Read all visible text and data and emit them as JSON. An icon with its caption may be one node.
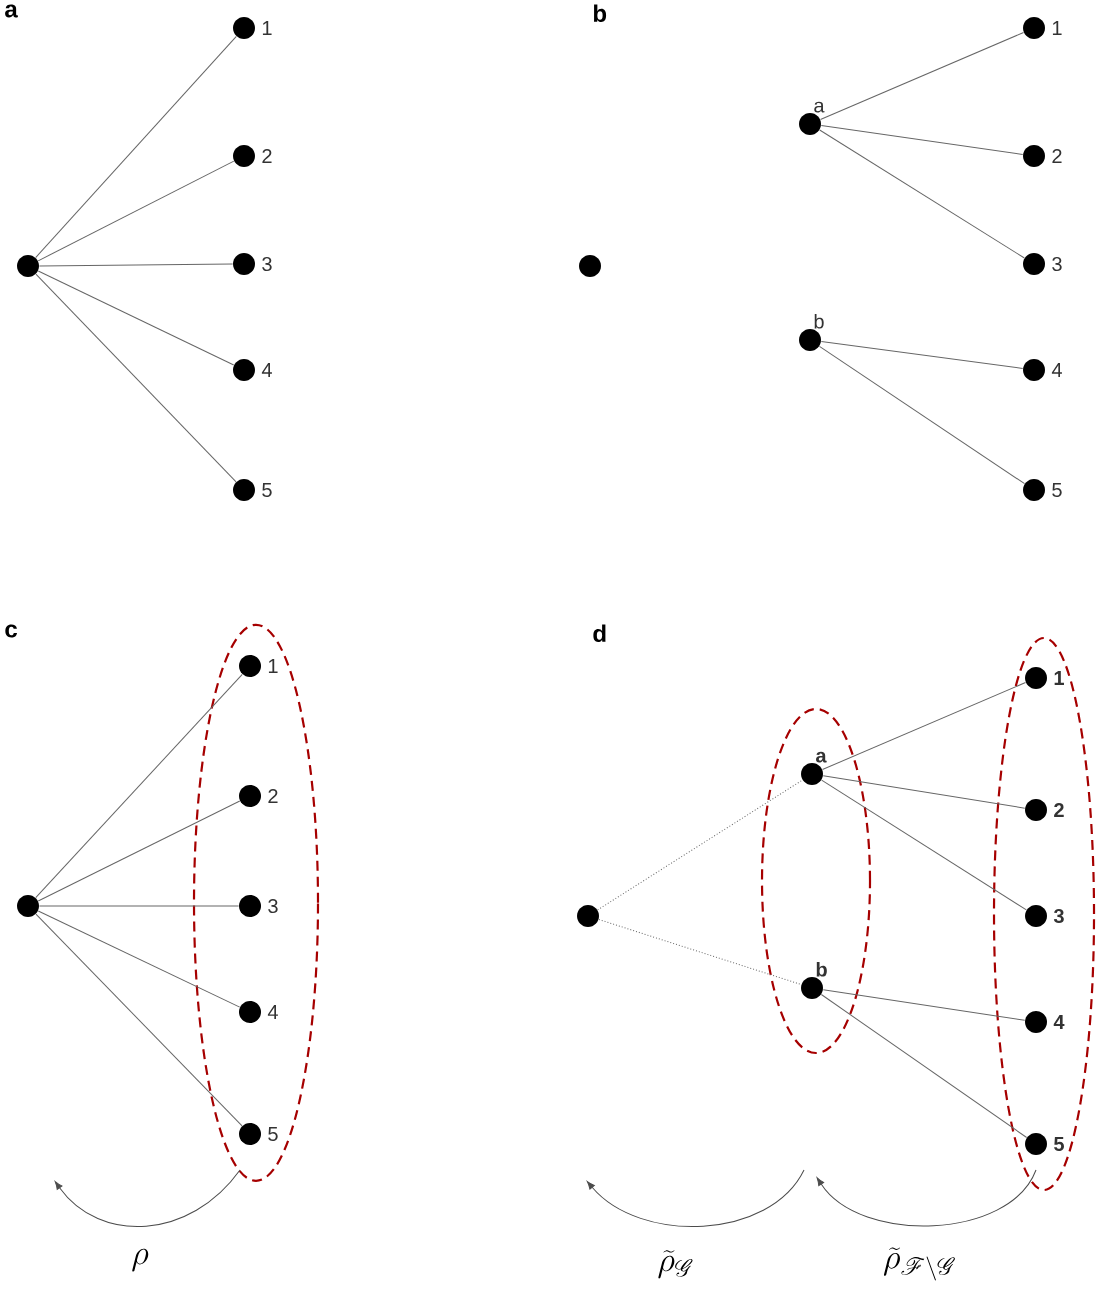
{
  "diagram": {
    "nodes": [
      {
        "text": [],
        "shape": "circle"
      },
      {
        "text": [],
        "shape": "circle",
        "beside": [
          "1"
        ]
      },
      {
        "text": [],
        "shape": "circle",
        "beside": [
          "2"
        ]
      },
      {
        "text": [],
        "shape": "circle",
        "beside": [
          "3"
        ]
      },
      {
        "text": [],
        "shape": "circle",
        "beside": [
          "4"
        ]
      },
      {
        "text": [],
        "shape": "circle",
        "beside": [
          "5"
        ]
      },
      {
        "text": [],
        "shape": "circle"
      },
      {
        "text": [],
        "shape": "circle",
        "beside": [
          "a"
        ]
      },
      {
        "text": [],
        "shape": "circle",
        "beside": [
          "b"
        ]
      },
      {
        "text": [],
        "shape": "circle",
        "beside": [
          "1"
        ]
      },
      {
        "text": [],
        "shape": "circle",
        "beside": [
          "2"
        ]
      },
      {
        "text": [],
        "shape": "circle",
        "beside": [
          "3"
        ]
      },
      {
        "text": [],
        "shape": "circle",
        "beside": [
          "4"
        ]
      },
      {
        "text": [],
        "shape": "circle",
        "beside": [
          "5"
        ]
      },
      {
        "text": [],
        "shape": "circle"
      },
      {
        "text": [],
        "shape": "ellipse"
      },
      {
        "text": [],
        "shape": "circle",
        "beside": [
          "1"
        ],
        "in": 15
      },
      {
        "text": [],
        "shape": "circle",
        "beside": [
          "2"
        ],
        "in": 15
      },
      {
        "text": [],
        "shape": "circle",
        "beside": [
          "3"
        ],
        "in": 15
      },
      {
        "text": [],
        "shape": "circle",
        "beside": [
          "4"
        ],
        "in": 15
      },
      {
        "text": [],
        "shape": "circle",
        "beside": [
          "5"
        ],
        "in": 15
      },
      {
        "text": [],
        "shape": "circle"
      },
      {
        "text": [],
        "shape": "ellipse"
      },
      {
        "text": [],
        "shape": "circle",
        "beside": [
          "a"
        ],
        "in": 22
      },
      {
        "text": [],
        "shape": "circle",
        "beside": [
          "b"
        ],
        "in": 22
      },
      {
        "text": [],
        "shape": "ellipse"
      },
      {
        "text": [],
        "shape": "circle",
        "beside": [
          "1"
        ],
        "in": 25
      },
      {
        "text": [],
        "shape": "circle",
        "beside": [
          "2"
        ],
        "in": 25
      },
      {
        "text": [],
        "shape": "circle",
        "beside": [
          "3"
        ],
        "in": 25
      },
      {
        "text": [],
        "shape": "circle",
        "beside": [
          "4"
        ],
        "in": 25
      },
      {
        "text": [],
        "shape": "circle",
        "beside": [
          "5"
        ],
        "in": 25
      }
    ],
    "edges": [
      {
        "from": 0,
        "to": 1,
        "arrow": "none"
      },
      {
        "from": 0,
        "to": 2,
        "arrow": "none"
      },
      {
        "from": 0,
        "to": 3,
        "arrow": "none"
      },
      {
        "from": 0,
        "to": 4,
        "arrow": "none"
      },
      {
        "from": 0,
        "to": 5,
        "arrow": "none"
      },
      {
        "from": 7,
        "to": 9,
        "arrow": "none"
      },
      {
        "from": 7,
        "to": 10,
        "arrow": "none"
      },
      {
        "from": 7,
        "to": 11,
        "arrow": "none"
      },
      {
        "from": 8,
        "to": 12,
        "arrow": "none"
      },
      {
        "from": 8,
        "to": 13,
        "arrow": "none"
      },
      {
        "from": 14,
        "to": 16,
        "arrow": "none"
      },
      {
        "from": 14,
        "to": 17,
        "arrow": "none"
      },
      {
        "from": 14,
        "to": 18,
        "arrow": "none"
      },
      {
        "from": 14,
        "to": 19,
        "arrow": "none"
      },
      {
        "from": 14,
        "to": 20,
        "arrow": "none"
      },
      {
        "from": 21,
        "to": 23,
        "arrow": "none",
        "style": "dashed"
      },
      {
        "from": 21,
        "to": 24,
        "arrow": "none",
        "style": "dashed"
      },
      {
        "from": 23,
        "to": 26,
        "arrow": "none"
      },
      {
        "from": 23,
        "to": 27,
        "arrow": "none"
      },
      {
        "from": 23,
        "to": 28,
        "arrow": "none"
      },
      {
        "from": 24,
        "to": 29,
        "arrow": "none"
      },
      {
        "from": 24,
        "to": 30,
        "arrow": "none"
      }
    ],
    "labels": [
      "a",
      "b",
      "c",
      "d",
      "\\rho",
      "\\widetilde{\\rho}_{\\mathscr{G}}",
      "\\widetilde{\\rho}_{\\mathscr{F}\\setminus\\mathscr{G}}"
    ]
  }
}
